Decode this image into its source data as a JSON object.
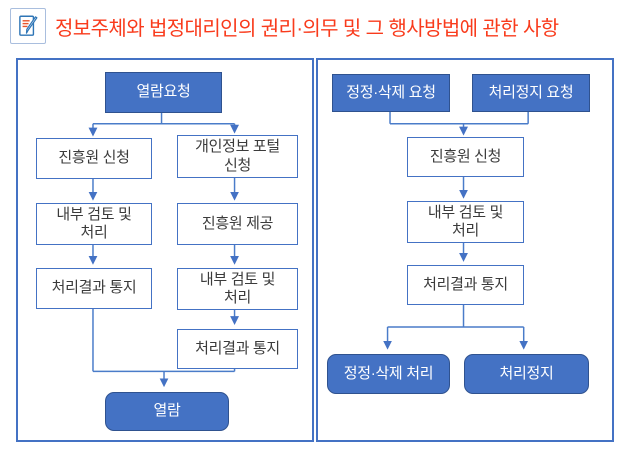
{
  "title": {
    "text": "정보주체와 법정대리인의 권리·의무 및 그 행사방법에 관한 사항",
    "icon": "memo-icon"
  },
  "colors": {
    "title_red": "#f93b1c",
    "accent_blue": "#4472c4",
    "node_border_dark": "#2f528f",
    "panel_border": "#4472c4",
    "node_text": "#3b3b3b",
    "icon_border": "#a9bede",
    "icon_orange": "#e8542a",
    "icon_blue": "#2e75b6"
  },
  "panels": {
    "left": {
      "nodes": {
        "start": "열람요청",
        "a1": "진흥원 신청",
        "b1": "개인정보 포털\n신청",
        "a2": "내부 검토 및\n처리",
        "b2": "진흥원 제공",
        "a3": "처리결과 통지",
        "b3": "내부 검토 및\n처리",
        "b4": "처리결과 통지",
        "end": "열람"
      }
    },
    "right": {
      "nodes": {
        "start1": "정정·삭제 요청",
        "start2": "처리정지 요청",
        "m1": "진흥원 신청",
        "m2": "내부 검토 및\n처리",
        "m3": "처리결과 통지",
        "end1": "정정·삭제 처리",
        "end2": "처리정지"
      }
    }
  }
}
